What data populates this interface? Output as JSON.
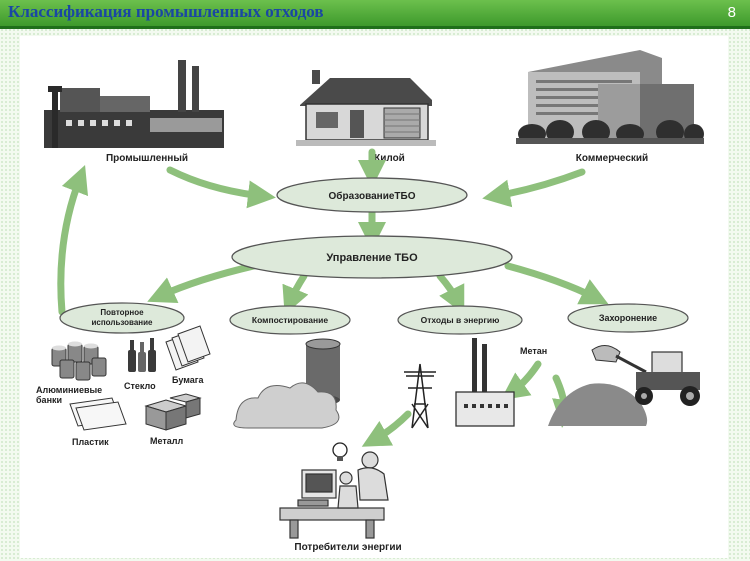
{
  "slide": {
    "title": "Классификация промышленных отходов",
    "page_number": "8"
  },
  "diagram": {
    "sources": {
      "industrial": "Промышленный",
      "residential": "Жилой",
      "commercial": "Коммерческий"
    },
    "generation": "ОбразованиеТБО",
    "management": "Управление ТБО",
    "methods": {
      "reuse_line1": "Повторное",
      "reuse_line2": "использование",
      "composting": "Компостирование",
      "waste_to_energy": "Отходы в энергию",
      "landfill": "Захоронение"
    },
    "materials": {
      "aluminum_line1": "Алюминиевые",
      "aluminum_line2": "банки",
      "glass": "Стекло",
      "paper": "Бумага",
      "plastic": "Пластик",
      "metal": "Металл"
    },
    "methane": "Метан",
    "consumers": "Потребители энергии"
  }
}
